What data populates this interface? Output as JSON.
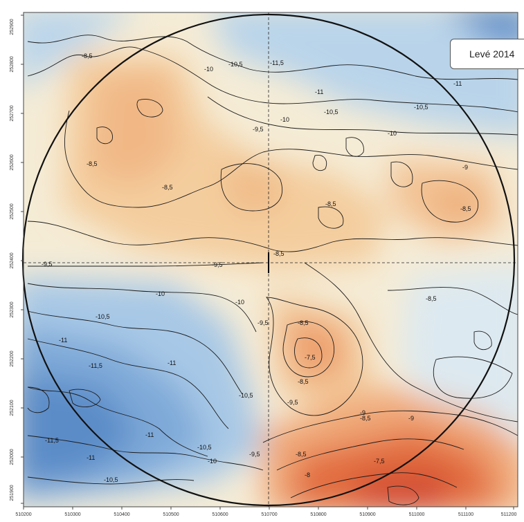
{
  "survey_label": "Levé 2014",
  "x_ticks": [
    "510200",
    "510300",
    "510400",
    "510500",
    "510600",
    "510700",
    "510800",
    "510900",
    "511000",
    "511100",
    "511200"
  ],
  "y_ticks": [
    "252900",
    "252800",
    "252700",
    "252600",
    "252500",
    "252400",
    "252300",
    "252200",
    "252100",
    "252000",
    "251900"
  ],
  "contour_labels": [
    "-8,5",
    "-9",
    "-10",
    "-10,5",
    "-11",
    "-11,5",
    "-9,5",
    "-7,5",
    "-8"
  ],
  "colors": {
    "deep_blue": "#4a7fc0",
    "mid_blue": "#a9cbe6",
    "light_blue": "#dbe9f2",
    "pale": "#f6f0dc",
    "light_orange": "#f6d3a4",
    "orange": "#f0b07a",
    "deep_orange": "#e26a3c",
    "red": "#d2453a",
    "contour": "#1b1b1b"
  }
}
